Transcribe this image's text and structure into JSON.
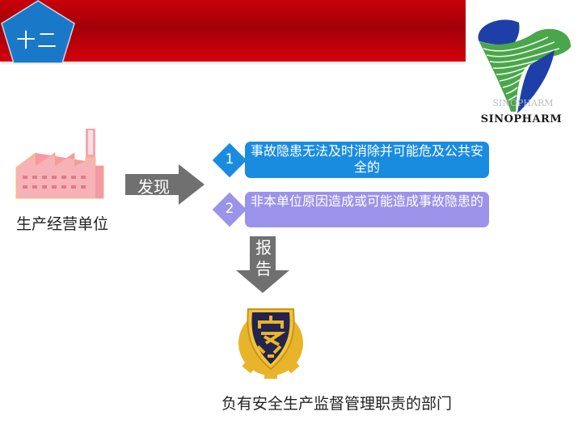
{
  "header": {
    "section_number": "十二",
    "banner_color": "#c8000a",
    "pentagon_color": "#1a78c8"
  },
  "logo": {
    "name": "SINOPHARM",
    "ghost_text": "SINOPHARM",
    "colors": {
      "blue": "#1f3fa8",
      "green": "#4aa64a"
    }
  },
  "source": {
    "icon": "factory-icon",
    "label": "生产经营单位"
  },
  "discover_arrow": {
    "label": "发现",
    "color": "#707070"
  },
  "conditions": [
    {
      "number": "1",
      "text": "事故隐患无法及时消除并可能危及公共安全的",
      "color": "#1a8ce0"
    },
    {
      "number": "2",
      "text": "非本单位原因造成或可能造成事故隐患的",
      "color": "#9b93ea"
    }
  ],
  "report_arrow": {
    "label": "报告",
    "color": "#707070"
  },
  "destination": {
    "icon": "safety-badge-icon",
    "label": "负有安全生产监督管理职责的部门"
  }
}
